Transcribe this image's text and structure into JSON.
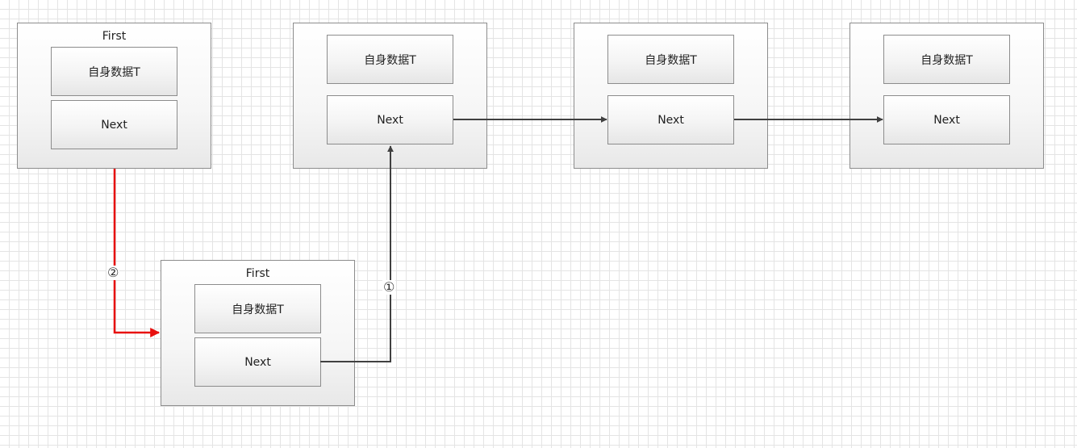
{
  "nodes": [
    {
      "title": "First",
      "data_label": "自身数据T",
      "next_label": "Next"
    },
    {
      "title": "",
      "data_label": "自身数据T",
      "next_label": "Next"
    },
    {
      "title": "",
      "data_label": "自身数据T",
      "next_label": "Next"
    },
    {
      "title": "",
      "data_label": "自身数据T",
      "next_label": "Next"
    },
    {
      "title": "First",
      "data_label": "自身数据T",
      "next_label": "Next"
    }
  ],
  "markers": {
    "step1": "①",
    "step2": "②"
  },
  "colors": {
    "arrow": "#404040",
    "highlight_arrow": "#e8100f"
  }
}
